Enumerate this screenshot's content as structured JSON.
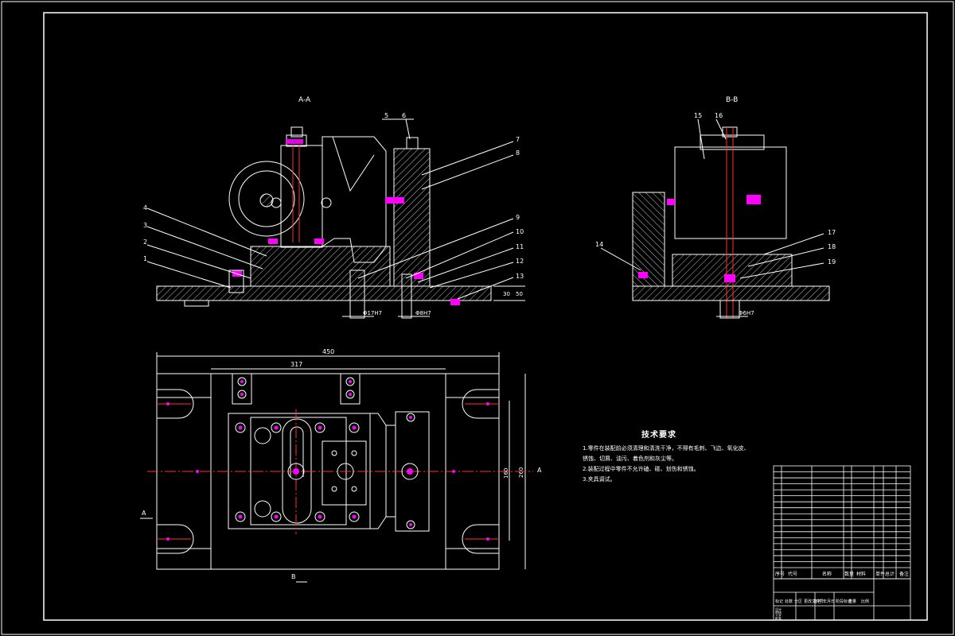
{
  "colors": {
    "background": "#000000",
    "line": "#ffffff",
    "centerline": "#ff2020",
    "fastener": "#ff00ff",
    "hatch": "#cfcfcf"
  },
  "views": {
    "front_section_title": "A-A",
    "side_section_title": "B-B",
    "plan_section_mark_left": "A",
    "plan_section_mark_bottom": "B",
    "plan_section_mark_right": "A"
  },
  "callouts_front": [
    "1",
    "2",
    "3",
    "4",
    "5",
    "6",
    "7",
    "8",
    "9",
    "10",
    "11",
    "12",
    "13"
  ],
  "callouts_side": [
    "14",
    "15",
    "16",
    "17",
    "18",
    "19"
  ],
  "dimensions": {
    "overall_length": "450",
    "inner_length": "317",
    "overall_width": "260",
    "inner_width": "160",
    "height_a": "30",
    "height_b": "50",
    "fit_1": "Φ17H7",
    "fit_2": "Φ8H7",
    "fit_3": "Φ6H7"
  },
  "tech_requirements": {
    "title": "技术要求",
    "lines": [
      "1.零件在装配前必须清理和清洗干净，不得有毛刺、飞边、氧化皮、",
      "  锈蚀、切屑、油污、着色剂和灰尘等。",
      "2.装配过程中零件不允许磕、碰、划伤和锈蚀。",
      "3.夹具调试。"
    ]
  },
  "title_block": {
    "header": [
      "序号",
      "代号",
      "名称",
      "数量",
      "材料",
      "单件",
      "总计",
      "备注"
    ],
    "rows": 17,
    "sign_labels": [
      "标记",
      "处数",
      "分区",
      "更改文件号",
      "签名",
      "年月日"
    ],
    "bottom_labels": [
      "设计",
      "审核",
      "工艺",
      "批准"
    ],
    "stage_labels": [
      "阶段标记",
      "重量",
      "比例"
    ]
  }
}
